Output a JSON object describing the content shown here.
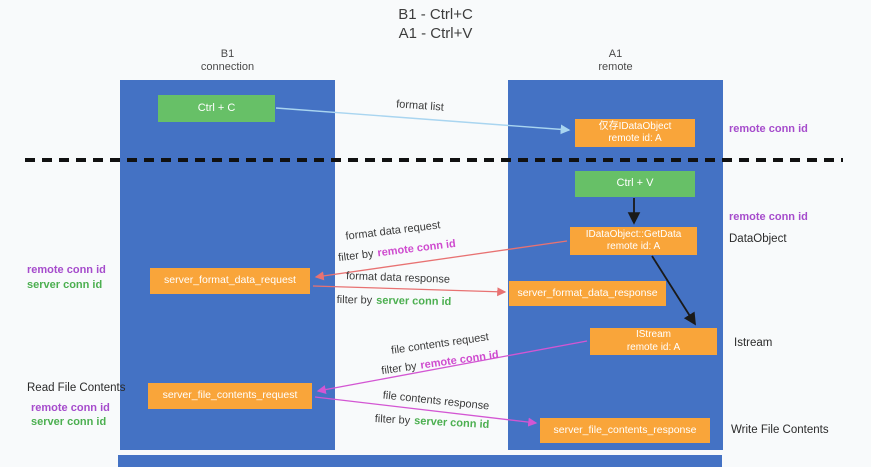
{
  "title": {
    "line1": "B1 - Ctrl+C",
    "line2": "A1 - Ctrl+V"
  },
  "lanes": {
    "left": {
      "name": "B1",
      "subtitle": "connection"
    },
    "right": {
      "name": "A1",
      "subtitle": "remote"
    }
  },
  "boxes": {
    "ctrl_c": "Ctrl + C",
    "ctrl_v": "Ctrl + V",
    "cached_dataobject": {
      "line1": "仅存IDataObject",
      "line2": "remote id: A"
    },
    "getdata": {
      "line1": "IDataObject::GetData",
      "line2": "remote id: A"
    },
    "istream": {
      "line1": "IStream",
      "line2": "remote id: A"
    },
    "server_format_data_request": "server_format_data_request",
    "server_format_data_response": "server_format_data_response",
    "server_file_contents_request": "server_file_contents_request",
    "server_file_contents_response": "server_file_contents_response"
  },
  "arrow_labels": {
    "format_list": "format list",
    "format_data_request": "format data request",
    "format_data_response": "format data response",
    "file_contents_request": "file contents request",
    "file_contents_response": "file contents response",
    "filter_by": "filter by"
  },
  "annotations": {
    "remote_conn_id": "remote conn id",
    "server_conn_id": "server conn id",
    "dataobject": "DataObject",
    "istream": "Istream",
    "read_file_contents": "Read File Contents",
    "write_file_contents": "Write File Contents"
  },
  "colors": {
    "lane_blue": "#4472c4",
    "box_green": "#67c067",
    "box_orange": "#f9a53a",
    "arrow_light_blue": "#a9d5f0",
    "arrow_red": "#e87272",
    "arrow_magenta": "#d356d3",
    "arrow_black": "#1a1a1a",
    "text_purple": "#a64ccc",
    "text_magenta": "#cf4ccf",
    "text_green": "#4caf50"
  }
}
